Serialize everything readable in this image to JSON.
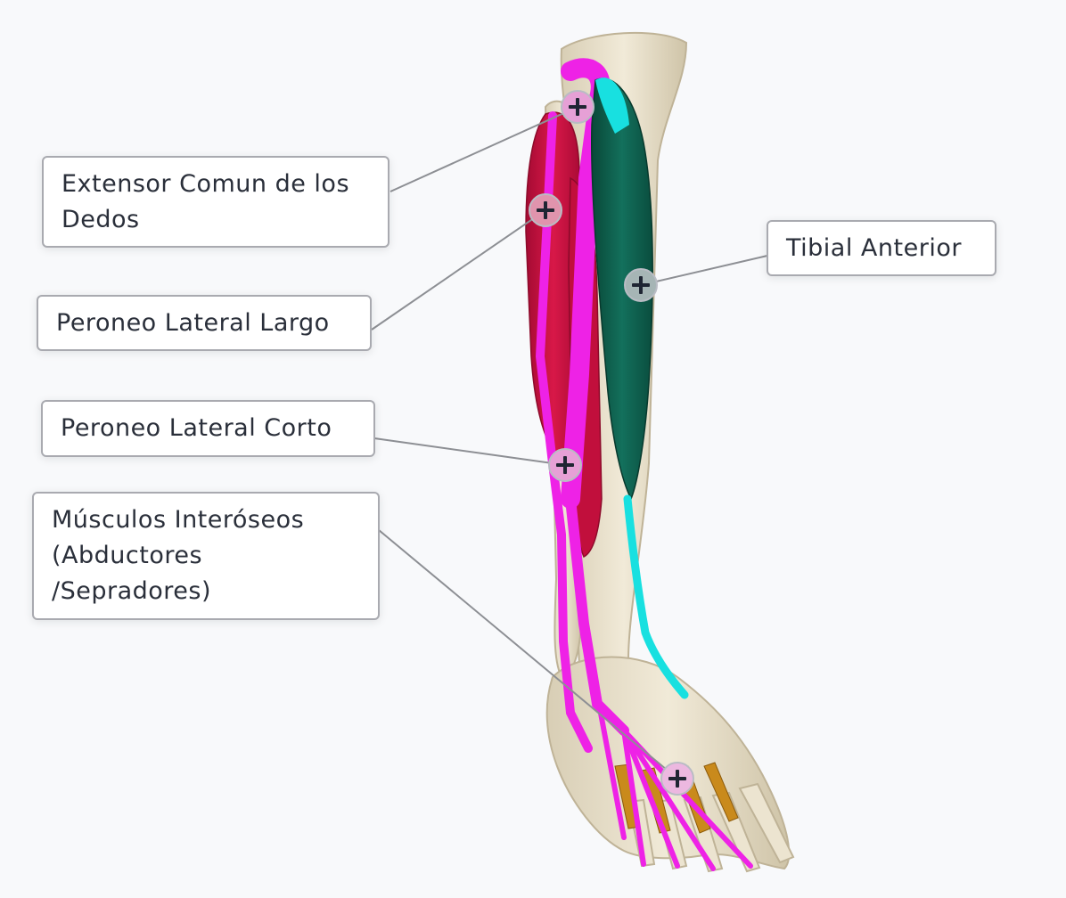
{
  "labels": {
    "extensor": {
      "line1": "Extensor Comun de los",
      "line2": "Dedos"
    },
    "peroneo_largo": "Peroneo Lateral Largo",
    "peroneo_corto": "Peroneo Lateral Corto",
    "interoseos": {
      "line1": "Músculos Interóseos",
      "line2": "(Abductores",
      "line3": "/Sepradores)"
    },
    "tibial": "Tibial Anterior"
  },
  "hotspots": [
    {
      "id": "hotspot-extensor",
      "label": "Extensor Comun de los Dedos",
      "icon": "plus-icon",
      "color": "#e6a0d6"
    },
    {
      "id": "hotspot-peroneo-largo",
      "label": "Peroneo Lateral Largo",
      "icon": "plus-icon",
      "color": "#e094ad"
    },
    {
      "id": "hotspot-tibial",
      "label": "Tibial Anterior",
      "icon": "plus-icon",
      "color": "#a6b5b5"
    },
    {
      "id": "hotspot-peroneo-corto",
      "label": "Peroneo Lateral Corto",
      "icon": "plus-icon",
      "color": "#e6a0d6"
    },
    {
      "id": "hotspot-interoseos",
      "label": "Músculos Interóseos (Abductores /Sepradores)",
      "icon": "plus-icon",
      "color": "#ecb8e0"
    }
  ],
  "colors": {
    "background": "#f8f9fb",
    "bone": "#e9e1cc",
    "extensor_digitorum": "#ee22e6",
    "peroneus": "#c8103e",
    "tibialis_dark": "#0c5b4b",
    "tibialis_tendon": "#18e0e0",
    "interossei": "#c98a1c",
    "leader_line": "#8d8f94",
    "label_border": "#a9aab0",
    "label_text": "#2a2f3a"
  }
}
